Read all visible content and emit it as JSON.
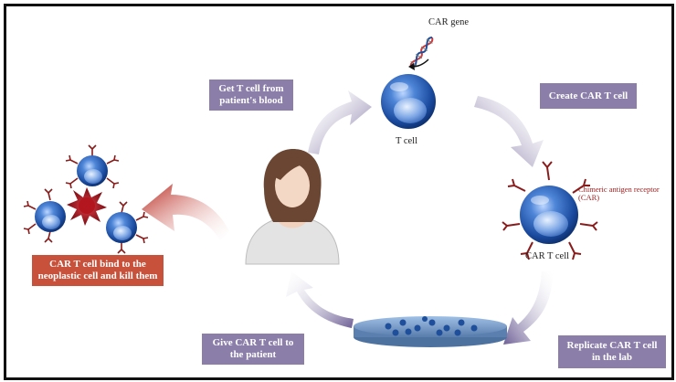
{
  "labels": {
    "car_gene": "CAR gene",
    "t_cell": "T cell",
    "car_t_cell": "CAR T cell",
    "chimeric": "Chimeric antigen receptor (CAR)"
  },
  "steps": {
    "get": "Get T cell from patient's blood",
    "create": "Create CAR T cell",
    "replicate": "Replicate CAR T cell in the lab",
    "give": "Give CAR T cell to the patient",
    "bind": "CAR T cell bind to the neoplastic cell and kill them"
  },
  "colors": {
    "step_box": "#8b7ea9",
    "kill_box": "#c8513b",
    "cell_blue": "#1f56b0",
    "receptor": "#8a1b1b",
    "tumor": "#a4151c",
    "dish": "#5b7fae"
  }
}
